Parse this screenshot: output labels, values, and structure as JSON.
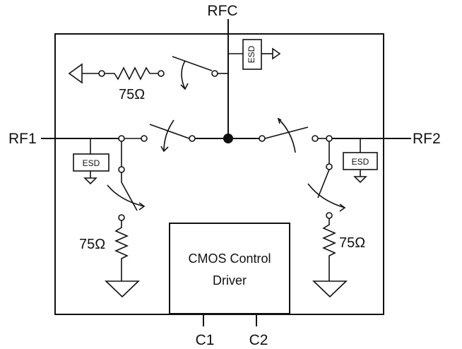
{
  "pins": {
    "rfc": "RFC",
    "rf1": "RF1",
    "rf2": "RF2",
    "c1": "C1",
    "c2": "C2"
  },
  "resistors": {
    "term_top": "75Ω",
    "term_rf1": "75Ω",
    "term_rf2": "75Ω"
  },
  "esd": {
    "rfc": "ESD",
    "rf1": "ESD",
    "rf2": "ESD"
  },
  "driver": {
    "line1": "CMOS Control",
    "line2": "Driver"
  }
}
